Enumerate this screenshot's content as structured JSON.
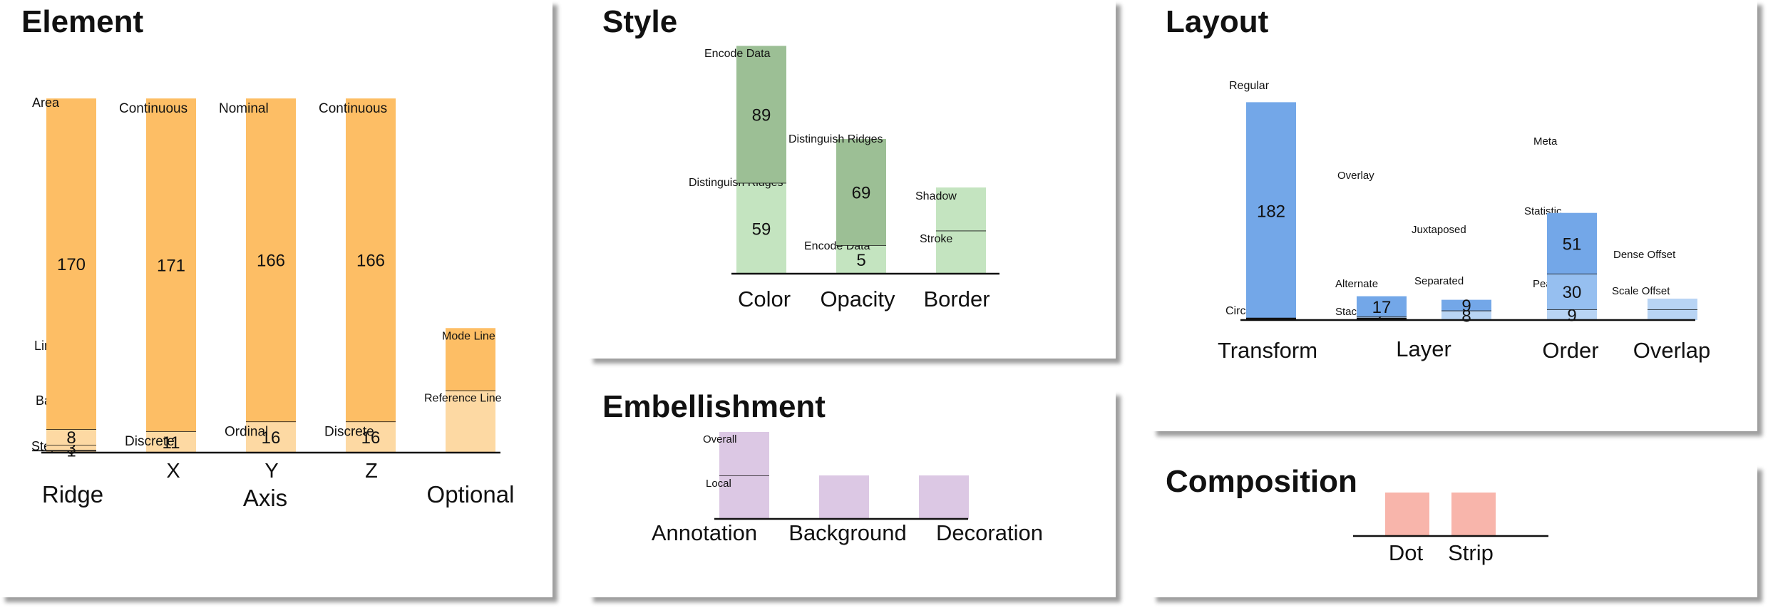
{
  "colors": {
    "element_dark": "#fdbe65",
    "element_light": "#fdd9a3",
    "element_title": "#fbbf6b",
    "style_dark": "#9cbf95",
    "style_light": "#c4e4c0",
    "style_title": "#97bb8e",
    "style_group": "#7bc47a",
    "layout_dark": "#73a7e8",
    "layout_mid": "#96bff0",
    "layout_light": "#b8d4f4",
    "layout_title": "#6da3e4",
    "layout_group": "#4a8ee0",
    "emb_bar": "#dcc8e4",
    "emb_title": "#c98dd8",
    "emb_group": "#c291d2",
    "comp_bar": "#f8b5ab",
    "comp_title": "#f6b1a8",
    "comp_group": "#ec7b6b"
  },
  "panels": {
    "element": {
      "title": "Element"
    },
    "style": {
      "title": "Style"
    },
    "layout": {
      "title": "Layout"
    },
    "embellishment": {
      "title": "Embellishment"
    },
    "composition": {
      "title": "Composition"
    }
  },
  "chart_data": [
    {
      "id": "element",
      "type": "bar",
      "title": "Element",
      "stacked": true,
      "groups": [
        "Ridge",
        "Axis",
        "Optional"
      ],
      "categories": [
        "Ridge",
        "X",
        "Y",
        "Z",
        "Optional"
      ],
      "bars": [
        {
          "category": "Ridge",
          "segments": [
            {
              "label": "Step",
              "value": 1,
              "shade": "light"
            },
            {
              "label": "Bar",
              "value": 3,
              "shade": "light"
            },
            {
              "label": "Line",
              "value": 8,
              "shade": "light"
            },
            {
              "label": "Area",
              "value": 170,
              "shade": "dark"
            }
          ]
        },
        {
          "category": "X",
          "segments": [
            {
              "label": "Discrete",
              "value": 11,
              "shade": "light"
            },
            {
              "label": "Continuous",
              "value": 171,
              "shade": "dark"
            }
          ]
        },
        {
          "category": "Y",
          "segments": [
            {
              "label": "Ordinal",
              "value": 16,
              "shade": "light"
            },
            {
              "label": "Nominal",
              "value": 166,
              "shade": "dark"
            }
          ]
        },
        {
          "category": "Z",
          "segments": [
            {
              "label": "Discrete",
              "value": 16,
              "shade": "light"
            },
            {
              "label": "Continuous",
              "value": 166,
              "shade": "dark"
            }
          ]
        },
        {
          "category": "Optional",
          "segments": [
            {
              "label": "Reference Line",
              "value": 32,
              "shade": "light"
            },
            {
              "label": "Mode Line",
              "value": 32,
              "shade": "dark"
            }
          ]
        }
      ]
    },
    {
      "id": "style",
      "type": "bar",
      "title": "Style",
      "stacked": true,
      "categories": [
        "Color",
        "Opacity",
        "Border"
      ],
      "bars": [
        {
          "category": "Color",
          "segments": [
            {
              "label": "Distinguish Ridges",
              "value": 59,
              "shade": "light"
            },
            {
              "label": "Encode Data",
              "value": 89,
              "shade": "dark"
            }
          ]
        },
        {
          "category": "Opacity",
          "segments": [
            {
              "label": "Encode Data",
              "value": 5,
              "shade": "light"
            },
            {
              "label": "Distinguish Ridges",
              "value": 69,
              "shade": "dark"
            }
          ]
        },
        {
          "category": "Border",
          "segments": [
            {
              "label": "Stroke",
              "value": 28,
              "shade": "light"
            },
            {
              "label": "Shadow",
              "value": 28,
              "shade": "light"
            }
          ]
        }
      ]
    },
    {
      "id": "layout",
      "type": "bar",
      "title": "Layout",
      "stacked": true,
      "categories": [
        "Transform",
        "Layer",
        "Order",
        "Overlap"
      ],
      "bars": [
        {
          "category": "Transform",
          "segments": [
            {
              "label": "Circular",
              "value": 1,
              "shade": "dark"
            },
            {
              "label": "Regular",
              "value": 182,
              "shade": "dark"
            }
          ]
        },
        {
          "category": "Layer",
          "segments": [
            {
              "label": "Stacked",
              "value": 1,
              "shade": "light"
            },
            {
              "label": "Alternate",
              "value": 2,
              "shade": "light"
            },
            {
              "label": "Overlay",
              "value": 17,
              "shade": "dark"
            }
          ]
        },
        {
          "category": "Layer",
          "segments": [
            {
              "label": "Separated",
              "value": 8,
              "shade": "light"
            },
            {
              "label": "Juxtaposed",
              "value": 9,
              "shade": "dark"
            }
          ]
        },
        {
          "category": "Order",
          "segments": [
            {
              "label": "Peak",
              "value": 9,
              "shade": "light"
            },
            {
              "label": "Statistic",
              "value": 30,
              "shade": "mid"
            },
            {
              "label": "Meta",
              "value": 51,
              "shade": "dark"
            }
          ]
        },
        {
          "category": "Overlap",
          "segments": [
            {
              "label": "Scale Offset",
              "value": 9,
              "shade": "light"
            },
            {
              "label": "Dense Offset",
              "value": 9,
              "shade": "light"
            }
          ]
        }
      ]
    },
    {
      "id": "embellishment",
      "type": "bar",
      "title": "Embellishment",
      "stacked": true,
      "categories": [
        "Annotation",
        "Background",
        "Decoration"
      ],
      "bars": [
        {
          "category": "Annotation",
          "segments": [
            {
              "label": "Local",
              "value": 10
            },
            {
              "label": "Overall",
              "value": 10
            }
          ]
        },
        {
          "category": "Background",
          "segments": [
            {
              "label": "",
              "value": 10
            }
          ]
        },
        {
          "category": "Decoration",
          "segments": [
            {
              "label": "",
              "value": 10
            }
          ]
        }
      ]
    },
    {
      "id": "composition",
      "type": "bar",
      "title": "Composition",
      "stacked": false,
      "categories": [
        "Dot",
        "Strip"
      ],
      "bars": [
        {
          "category": "Dot",
          "segments": [
            {
              "label": "",
              "value": 10
            }
          ]
        },
        {
          "category": "Strip",
          "segments": [
            {
              "label": "",
              "value": 10
            }
          ]
        }
      ]
    }
  ]
}
